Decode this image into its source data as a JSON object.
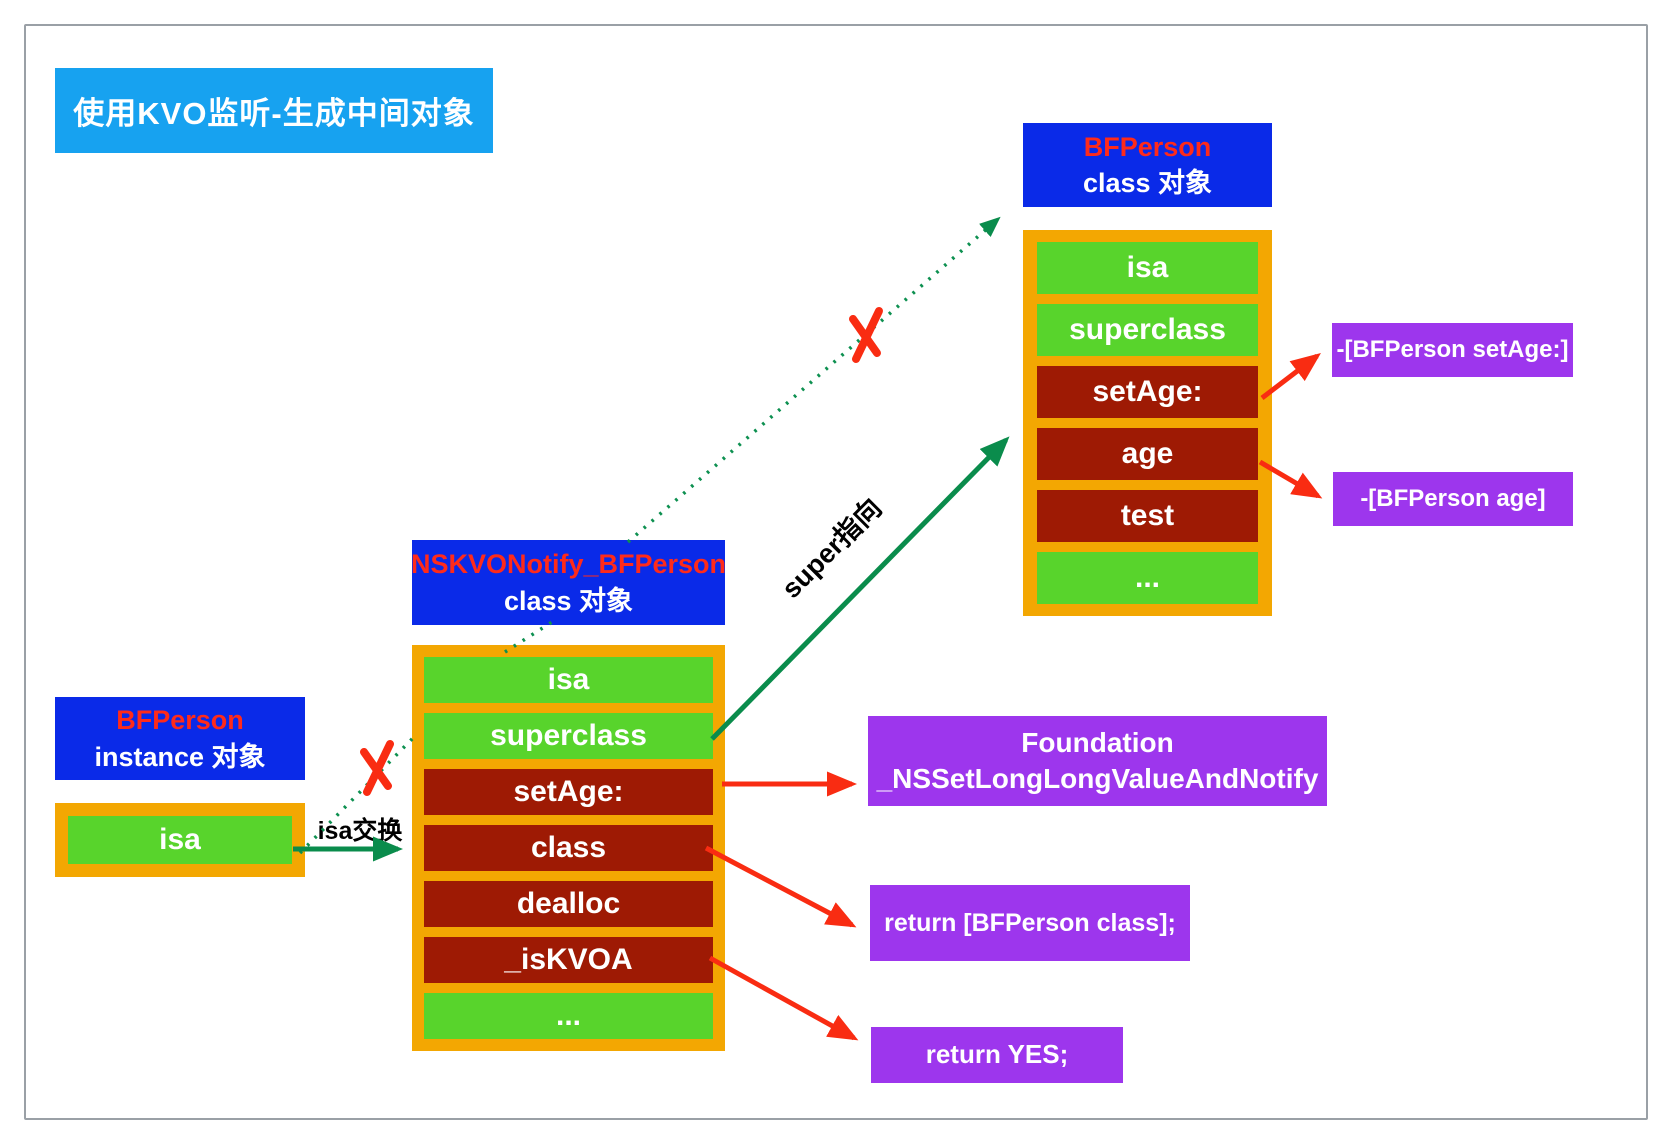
{
  "title": "使用KVO监听-生成中间对象",
  "colors": {
    "title_bg": "#17a2f0",
    "box_blue": "#0a2ae8",
    "orange": "#f3a702",
    "green": "#58d42c",
    "dark_red": "#9e1a04",
    "purple": "#9d36ed",
    "arrow_green": "#0a8c4c",
    "arrow_red": "#f92c12",
    "name_red": "#ff2a1a"
  },
  "person_class": {
    "name": "BFPerson",
    "type_label": "class 对象",
    "rows": [
      {
        "label": "isa",
        "type": "green"
      },
      {
        "label": "superclass",
        "type": "green"
      },
      {
        "label": "setAge:",
        "type": "red"
      },
      {
        "label": "age",
        "type": "red"
      },
      {
        "label": "test",
        "type": "red"
      },
      {
        "label": "...",
        "type": "green"
      }
    ]
  },
  "notify_class": {
    "name": "NSKVONotify_BFPerson",
    "type_label": "class 对象",
    "rows": [
      {
        "label": "isa",
        "type": "green"
      },
      {
        "label": "superclass",
        "type": "green"
      },
      {
        "label": "setAge:",
        "type": "red"
      },
      {
        "label": "class",
        "type": "red"
      },
      {
        "label": "dealloc",
        "type": "red"
      },
      {
        "label": "_isKVOA",
        "type": "red"
      },
      {
        "label": "...",
        "type": "green"
      }
    ]
  },
  "instance": {
    "name": "BFPerson",
    "type_label": "instance 对象",
    "rows": [
      {
        "label": "isa",
        "type": "green"
      }
    ]
  },
  "notes": {
    "set_age_impl": "-[BFPerson setAge:]",
    "age_impl": "-[BFPerson age]",
    "foundation_line1": "Foundation",
    "foundation_line2": "_NSSetLongLongValueAndNotify",
    "return_class": "return [BFPerson class];",
    "return_yes": "return YES;"
  },
  "edge_labels": {
    "isa_swap": "isa交换",
    "super_points": "super指向"
  }
}
